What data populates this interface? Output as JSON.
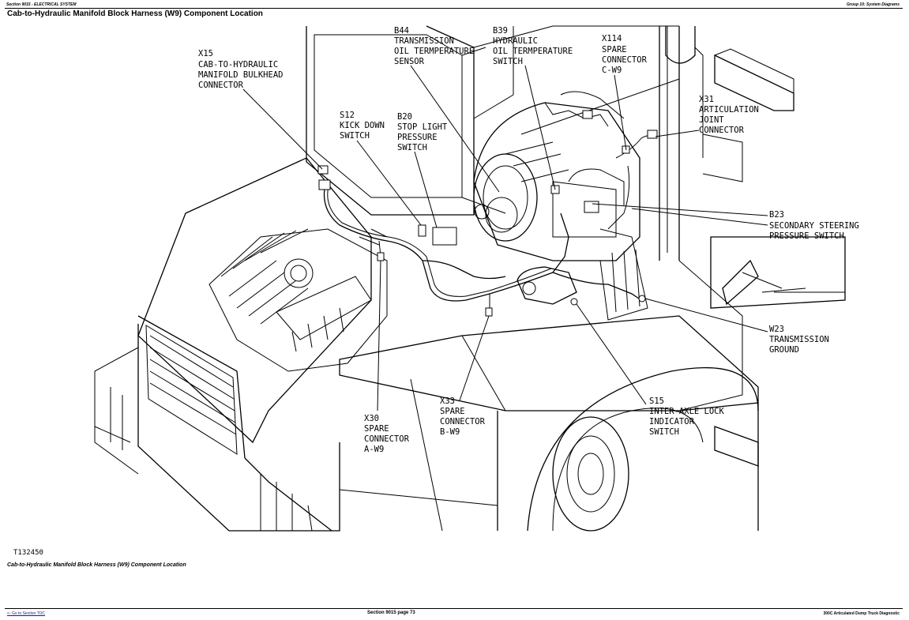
{
  "header": {
    "section": "Section 9015 - ELECTRICAL SYSTEM",
    "group": "Group 10: System Diagrams"
  },
  "page_title": "Cab-to-Hydraulic Manifold Block Harness (W9) Component Location",
  "callouts": {
    "x15": [
      "X15",
      "CAB-TO-HYDRAULIC",
      "MANIFOLD BULKHEAD",
      "CONNECTOR"
    ],
    "b44": [
      "B44",
      "TRANSMISSION",
      "OIL TERMPERATURE",
      "SENSOR"
    ],
    "b39": [
      "B39",
      "HYDRAULIC",
      "OIL TERMPERATURE",
      "SWITCH"
    ],
    "x114": [
      "X114",
      "SPARE",
      "CONNECTOR",
      "C-W9"
    ],
    "x31": [
      "X31",
      "ARTICULATION",
      "JOINT",
      "CONNECTOR"
    ],
    "s12": [
      "S12",
      "KICK DOWN",
      "SWITCH"
    ],
    "b20": [
      "B20",
      "STOP LIGHT",
      "PRESSURE",
      "SWITCH"
    ],
    "b23": [
      "B23",
      "SECONDARY STEERING",
      "PRESSURE SWITCH"
    ],
    "w23": [
      "W23",
      "TRANSMISSION",
      "GROUND"
    ],
    "s15": [
      "S15",
      "INTER-AXLE LOCK",
      "INDICATOR",
      "SWITCH"
    ],
    "x33": [
      "X33",
      "SPARE",
      "CONNECTOR",
      "B-W9"
    ],
    "x30": [
      "X30",
      "SPARE",
      "CONNECTOR",
      "A-W9"
    ]
  },
  "figure_id": "T132450",
  "caption": "Cab-to-Hydraulic Manifold Block Harness (W9) Component Location",
  "footer": {
    "toc_link": "<- Go to Section TOC",
    "page": "Section 9015 page 73",
    "manual": "300C Articulated Dump Truck Diagnostic"
  }
}
